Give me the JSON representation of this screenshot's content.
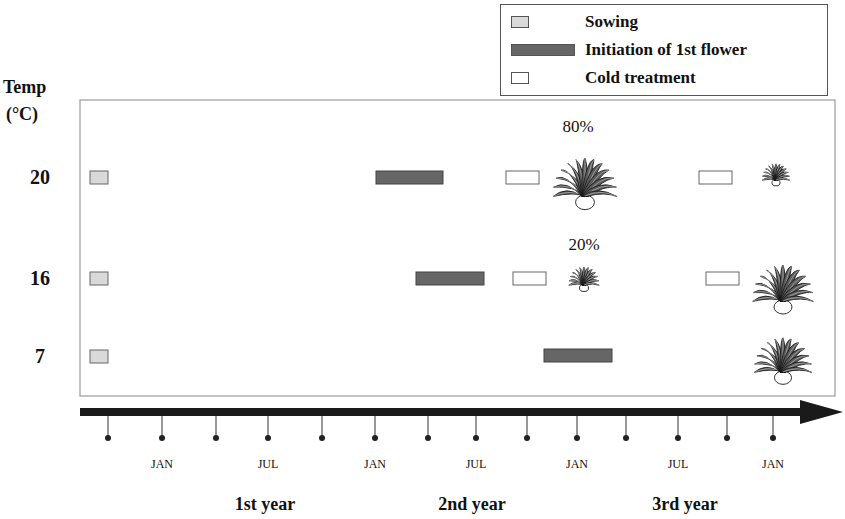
{
  "diagram": {
    "labels": [
      "Temp",
      "(°C)",
      "20",
      "16",
      "7",
      "80%",
      "20%",
      "JAN",
      "JUL",
      "JAN",
      "JUL",
      "JAN",
      "JUL",
      "JAN",
      "1st year",
      "2nd year",
      "3rd year"
    ],
    "legend": [
      {
        "text": "Sowing",
        "color": "#d9d9d9"
      },
      {
        "text": "Initiation of 1st flower",
        "color": "#666666"
      },
      {
        "text": "Cold treatment",
        "color": "#ffffff"
      }
    ]
  }
}
